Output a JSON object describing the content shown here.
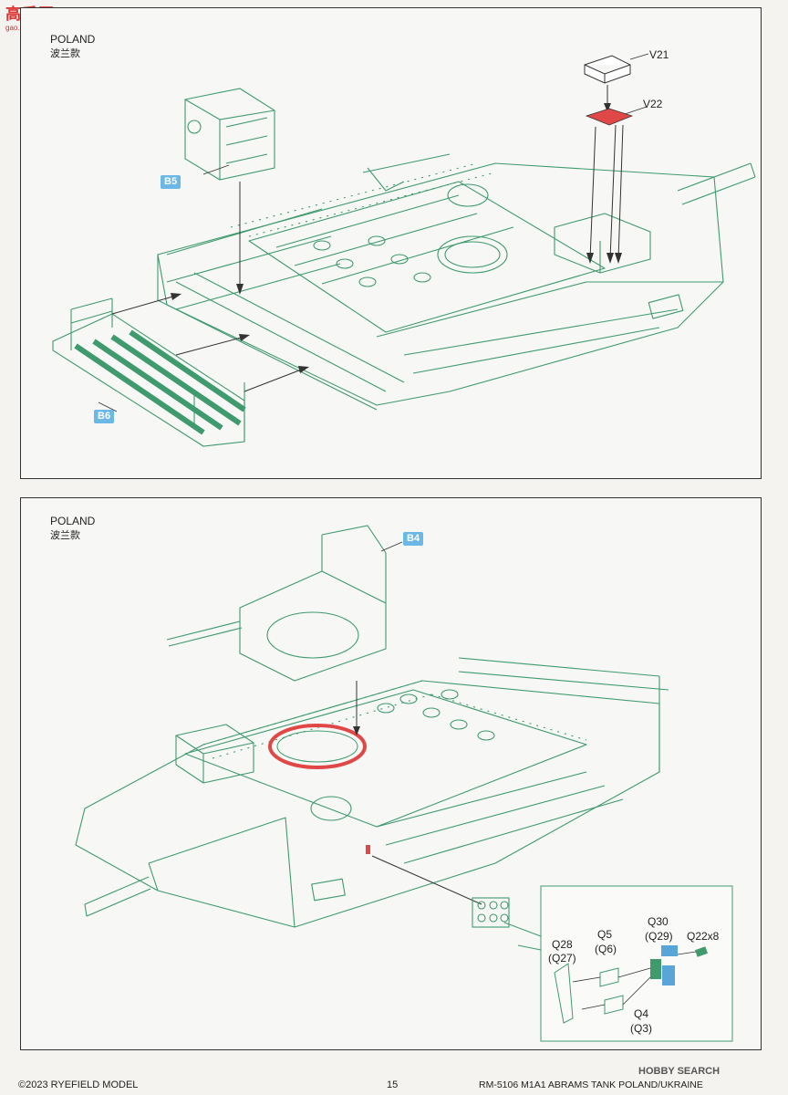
{
  "watermark_top": {
    "logo_text": "高手网",
    "url": "gao.shou.com"
  },
  "panel1": {
    "title": "POLAND",
    "subtitle": "波兰款",
    "callouts": {
      "b5": "B5",
      "b6": "B6",
      "v21": "V21",
      "v22": "V22"
    }
  },
  "panel2": {
    "title": "POLAND",
    "subtitle": "波兰款",
    "callouts": {
      "b4": "B4"
    },
    "inset_labels": {
      "q28": "Q28",
      "q27": "(Q27)",
      "q5": "Q5",
      "q6": "(Q6)",
      "q30": "Q30",
      "q29": "(Q29)",
      "q22": "Q22x8",
      "q4": "Q4",
      "q3": "(Q3)"
    }
  },
  "footer": {
    "copyright": "©2023 RYEFIELD MODEL",
    "page_number": "15",
    "product": "RM-5106 M1A1 ABRAMS TANK POLAND/UKRAINE"
  },
  "watermark_bottom": {
    "logo": "HOBBY SEARCH"
  },
  "colors": {
    "line": "#3f9a6e",
    "highlight": "#e04848",
    "tag": "#6bb8e6"
  }
}
